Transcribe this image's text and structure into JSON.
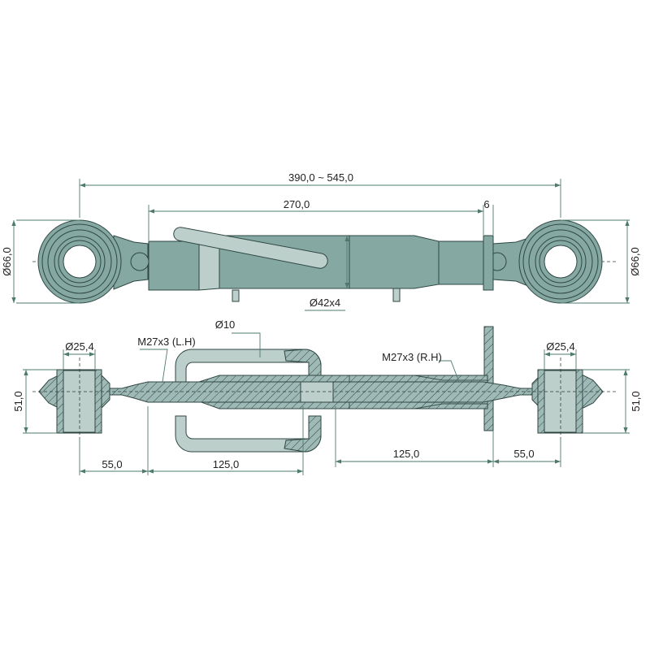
{
  "title": "Top link technical drawing",
  "dimensions": {
    "overall_length": "390,0 ~ 545,0",
    "tube_length": "270,0",
    "flange_thickness": "6",
    "eye_diameter_left": "Ø66,0",
    "eye_diameter_right": "Ø66,0",
    "tube_diameter": "Ø42x4",
    "handle_diameter": "Ø10",
    "thread_left": "M27x3 (L.H)",
    "thread_right": "M27x3 (R.H)",
    "bore_left": "Ø25,4",
    "bore_right": "Ø25,4",
    "ball_width_left": "51,0",
    "ball_width_right": "51,0",
    "offset_left": "55,0",
    "thread_length_left": "125,0",
    "thread_length_right": "125,0",
    "offset_right": "55,0"
  },
  "colors": {
    "body": "#86a8a3",
    "light": "#bccfcb",
    "dimension": "#4e7a6c"
  }
}
